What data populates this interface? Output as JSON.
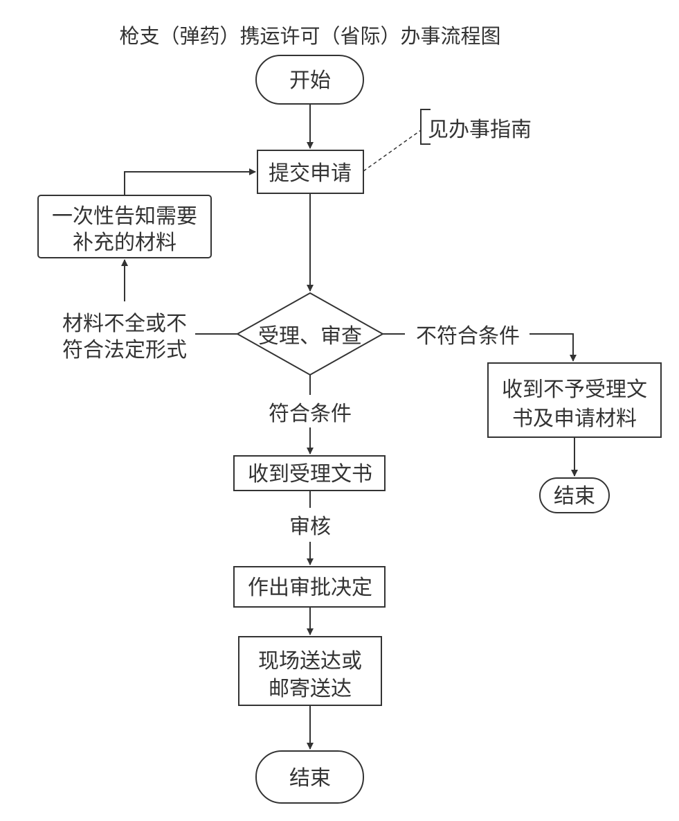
{
  "title": "枪支（弹药）携运许可（省际）办事流程图",
  "nodes": {
    "start": "开始",
    "submit": "提交申请",
    "guide_note": "见办事指南",
    "supplement": [
      "一次性告知需要",
      "补充的材料"
    ],
    "review": "受理、审查",
    "receive_accept": "收到受理文书",
    "decision": "作出审批决定",
    "delivery": [
      "现场送达或",
      "邮寄送达"
    ],
    "end_main": "结束",
    "reject_docs": [
      "收到不予受理文",
      "书及申请材料"
    ],
    "end_reject": "结束"
  },
  "edge_labels": {
    "incomplete": [
      "材料不全或不",
      "符合法定形式"
    ],
    "not_qualified": "不符合条件",
    "qualified": "符合条件",
    "audit": "审核"
  },
  "colors": {
    "stroke": "#333333",
    "text": "#333333",
    "background": "#ffffff"
  }
}
